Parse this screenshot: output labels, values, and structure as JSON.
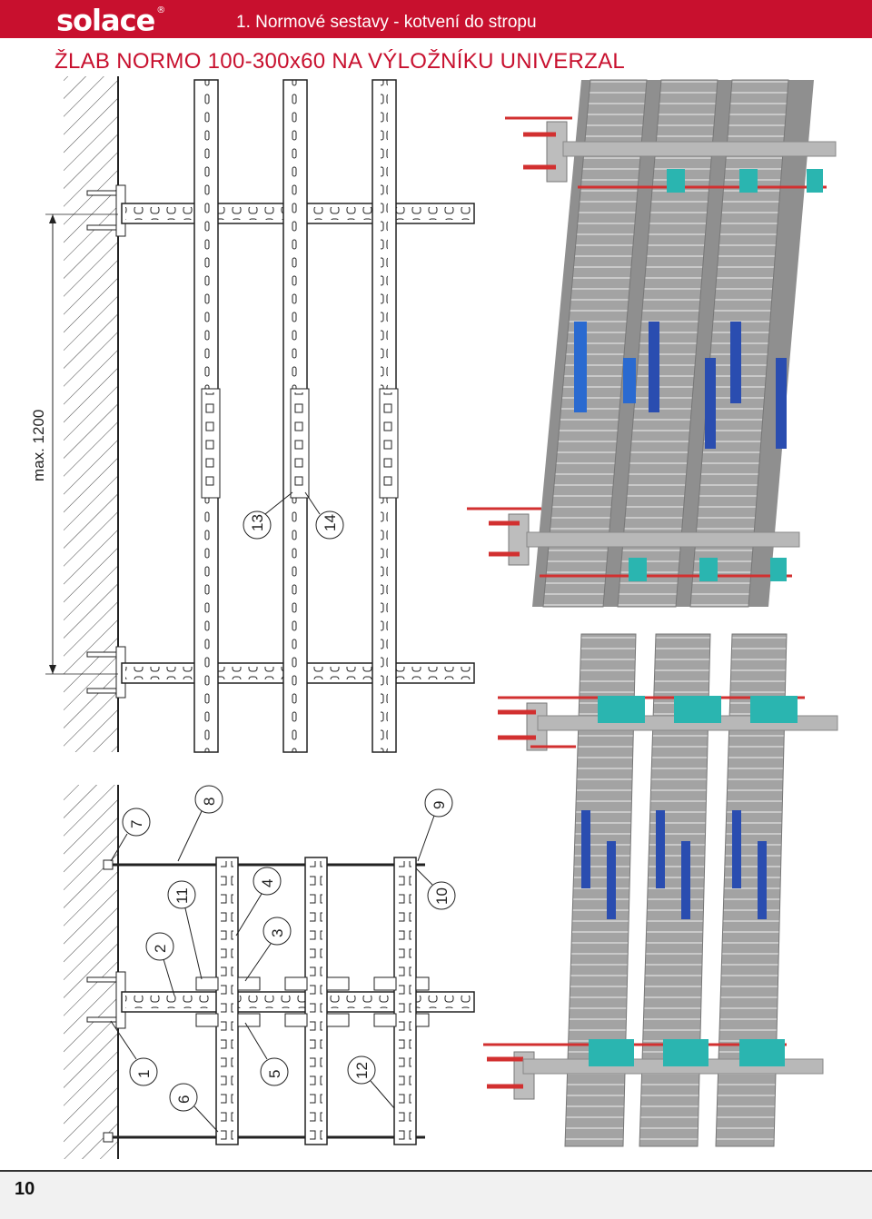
{
  "header": {
    "logo_text": "solace",
    "registered_mark": "®",
    "section_title": "1. Normové sestavy - kotvení do stropu"
  },
  "page_title": "ŽLAB NORMO 100-300x60 NA VÝLOŽNÍKU UNIVERZAL",
  "dimension_label": "max. 1200",
  "callouts": {
    "c1": "1",
    "c2": "2",
    "c3": "3",
    "c4": "4",
    "c5": "5",
    "c6": "6",
    "c7": "7",
    "c8": "8",
    "c9": "9",
    "c10": "10",
    "c11": "11",
    "c12": "12",
    "c13": "13",
    "c14": "14"
  },
  "footer": {
    "page_number": "10"
  },
  "colors": {
    "brand_red": "#c8102e",
    "tray_grey": "#9a9a9a",
    "anchor_red": "#d23030",
    "clamp_cyan": "#2ab5b0",
    "connector_blue": "#2a4db0"
  }
}
